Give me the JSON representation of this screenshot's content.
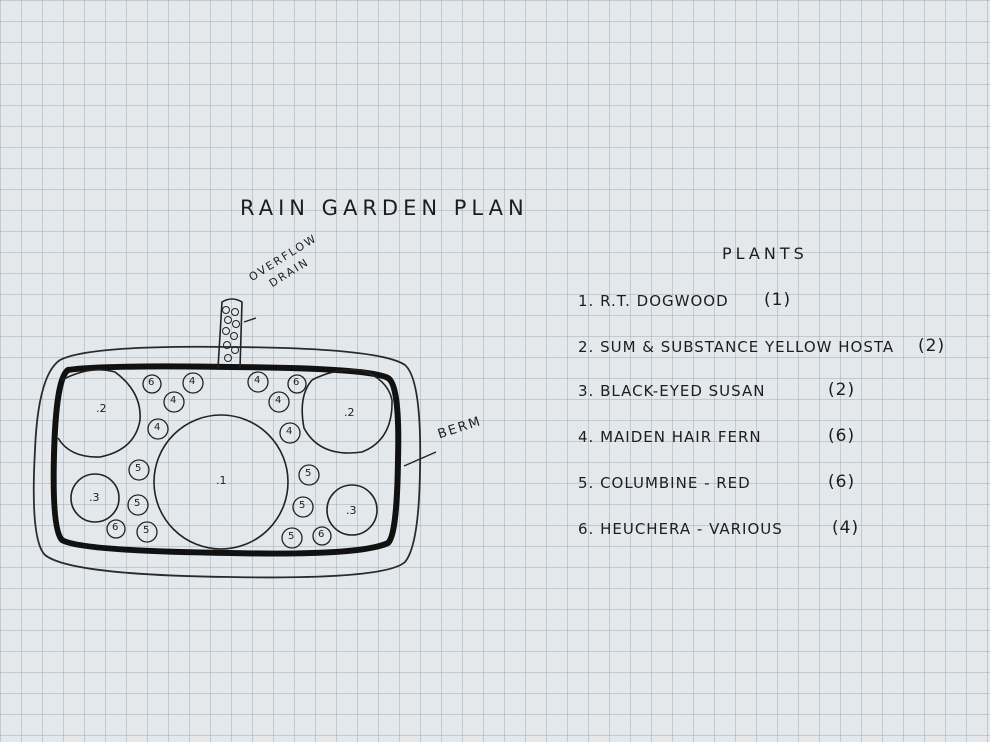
{
  "title": "RAIN GARDEN PLAN",
  "labels": {
    "overflow_line1": "OVERFLOW",
    "overflow_line2": "DRAIN",
    "berm": "BERM"
  },
  "plants_heading": "PLANTS",
  "plants": [
    {
      "name": "1. R.T. DOGWOOD",
      "qty": "(1)"
    },
    {
      "name": "2. SUM & SUBSTANCE YELLOW HOSTA",
      "qty": "(2)"
    },
    {
      "name": "3. BLACK-EYED SUSAN",
      "qty": "(2)"
    },
    {
      "name": "4. MAIDEN HAIR FERN",
      "qty": "(6)"
    },
    {
      "name": "5. COLUMBINE - RED",
      "qty": "(6)"
    },
    {
      "name": "6. HEUCHERA - VARIOUS",
      "qty": "(4)"
    }
  ],
  "markers": {
    "dogwood": ".1",
    "hosta": ".2",
    "susan": ".3",
    "fern": "4",
    "columbine": "5",
    "heuchera": "6"
  }
}
